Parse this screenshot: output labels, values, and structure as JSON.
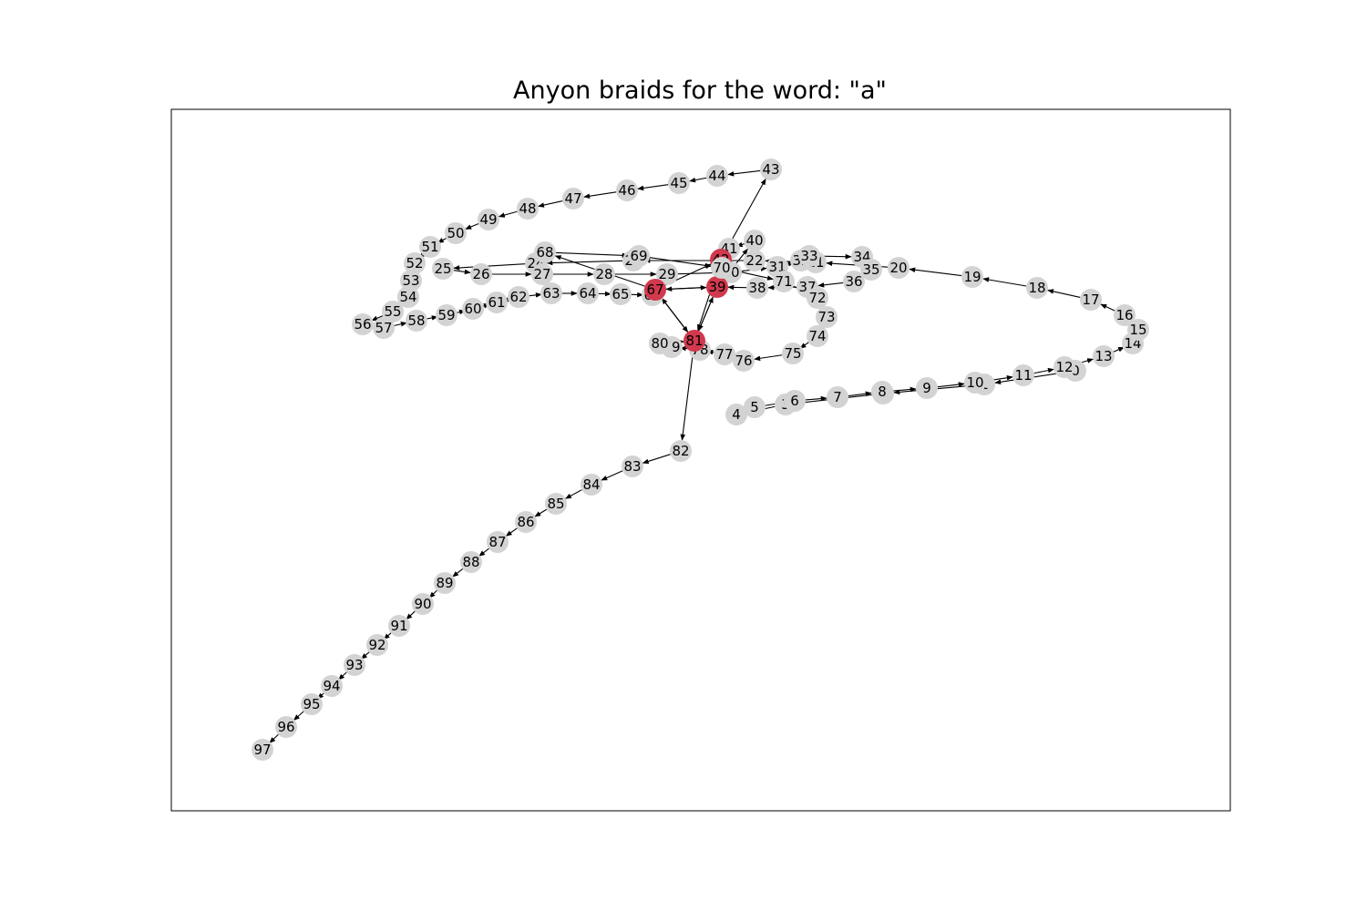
{
  "title": "Anyon braids for the word: \"a\"",
  "colors": {
    "node_default": "#d3d3d3",
    "node_highlight": "#d1394d",
    "edge": "#000000",
    "frame": "#000000",
    "label": "#000000"
  },
  "highlighted_nodes": [
    "39",
    "42",
    "67",
    "81"
  ],
  "nodes": [
    {
      "id": "0"
    },
    {
      "id": "1"
    },
    {
      "id": "2"
    },
    {
      "id": "3"
    },
    {
      "id": "4"
    },
    {
      "id": "5"
    },
    {
      "id": "6"
    },
    {
      "id": "7"
    },
    {
      "id": "8"
    },
    {
      "id": "9"
    },
    {
      "id": "10"
    },
    {
      "id": "11"
    },
    {
      "id": "12"
    },
    {
      "id": "13"
    },
    {
      "id": "14"
    },
    {
      "id": "15"
    },
    {
      "id": "16"
    },
    {
      "id": "17"
    },
    {
      "id": "18"
    },
    {
      "id": "19"
    },
    {
      "id": "20"
    },
    {
      "id": "21"
    },
    {
      "id": "22"
    },
    {
      "id": "23"
    },
    {
      "id": "24"
    },
    {
      "id": "25"
    },
    {
      "id": "26"
    },
    {
      "id": "27"
    },
    {
      "id": "28"
    },
    {
      "id": "29"
    },
    {
      "id": "30"
    },
    {
      "id": "31"
    },
    {
      "id": "32"
    },
    {
      "id": "33"
    },
    {
      "id": "34"
    },
    {
      "id": "35"
    },
    {
      "id": "36"
    },
    {
      "id": "37"
    },
    {
      "id": "38"
    },
    {
      "id": "39"
    },
    {
      "id": "40"
    },
    {
      "id": "41"
    },
    {
      "id": "42"
    },
    {
      "id": "43"
    },
    {
      "id": "44"
    },
    {
      "id": "45"
    },
    {
      "id": "46"
    },
    {
      "id": "47"
    },
    {
      "id": "48"
    },
    {
      "id": "49"
    },
    {
      "id": "50"
    },
    {
      "id": "51"
    },
    {
      "id": "52"
    },
    {
      "id": "53"
    },
    {
      "id": "54"
    },
    {
      "id": "55"
    },
    {
      "id": "56"
    },
    {
      "id": "57"
    },
    {
      "id": "58"
    },
    {
      "id": "59"
    },
    {
      "id": "60"
    },
    {
      "id": "61"
    },
    {
      "id": "62"
    },
    {
      "id": "63"
    },
    {
      "id": "64"
    },
    {
      "id": "65"
    },
    {
      "id": "66"
    },
    {
      "id": "67"
    },
    {
      "id": "68"
    },
    {
      "id": "69"
    },
    {
      "id": "70"
    },
    {
      "id": "71"
    },
    {
      "id": "72"
    },
    {
      "id": "73"
    },
    {
      "id": "74"
    },
    {
      "id": "75"
    },
    {
      "id": "76"
    },
    {
      "id": "77"
    },
    {
      "id": "78"
    },
    {
      "id": "79"
    },
    {
      "id": "80"
    },
    {
      "id": "81"
    },
    {
      "id": "82"
    },
    {
      "id": "83"
    },
    {
      "id": "84"
    },
    {
      "id": "85"
    },
    {
      "id": "86"
    },
    {
      "id": "87"
    },
    {
      "id": "88"
    },
    {
      "id": "89"
    },
    {
      "id": "90"
    },
    {
      "id": "91"
    },
    {
      "id": "92"
    },
    {
      "id": "93"
    },
    {
      "id": "94"
    },
    {
      "id": "95"
    },
    {
      "id": "96"
    },
    {
      "id": "97"
    }
  ],
  "edges": [
    [
      "0",
      "1"
    ],
    [
      "1",
      "2"
    ],
    [
      "2",
      "3"
    ],
    [
      "3",
      "4"
    ],
    [
      "4",
      "5"
    ],
    [
      "5",
      "6"
    ],
    [
      "6",
      "7"
    ],
    [
      "7",
      "8"
    ],
    [
      "8",
      "9"
    ],
    [
      "9",
      "10"
    ],
    [
      "10",
      "11"
    ],
    [
      "11",
      "12"
    ],
    [
      "12",
      "13"
    ],
    [
      "13",
      "14"
    ],
    [
      "14",
      "15"
    ],
    [
      "15",
      "16"
    ],
    [
      "16",
      "17"
    ],
    [
      "17",
      "18"
    ],
    [
      "18",
      "19"
    ],
    [
      "19",
      "20"
    ],
    [
      "20",
      "21"
    ],
    [
      "21",
      "22"
    ],
    [
      "22",
      "23"
    ],
    [
      "23",
      "24"
    ],
    [
      "24",
      "25"
    ],
    [
      "25",
      "26"
    ],
    [
      "26",
      "27"
    ],
    [
      "27",
      "28"
    ],
    [
      "28",
      "29"
    ],
    [
      "29",
      "30"
    ],
    [
      "30",
      "31"
    ],
    [
      "31",
      "32"
    ],
    [
      "32",
      "33"
    ],
    [
      "33",
      "34"
    ],
    [
      "34",
      "35"
    ],
    [
      "35",
      "36"
    ],
    [
      "36",
      "37"
    ],
    [
      "37",
      "38"
    ],
    [
      "38",
      "39"
    ],
    [
      "39",
      "40"
    ],
    [
      "40",
      "41"
    ],
    [
      "41",
      "42"
    ],
    [
      "42",
      "43"
    ],
    [
      "43",
      "44"
    ],
    [
      "44",
      "45"
    ],
    [
      "45",
      "46"
    ],
    [
      "46",
      "47"
    ],
    [
      "47",
      "48"
    ],
    [
      "48",
      "49"
    ],
    [
      "49",
      "50"
    ],
    [
      "50",
      "51"
    ],
    [
      "51",
      "52"
    ],
    [
      "52",
      "53"
    ],
    [
      "53",
      "54"
    ],
    [
      "54",
      "55"
    ],
    [
      "55",
      "56"
    ],
    [
      "56",
      "57"
    ],
    [
      "57",
      "58"
    ],
    [
      "58",
      "59"
    ],
    [
      "59",
      "60"
    ],
    [
      "60",
      "61"
    ],
    [
      "61",
      "62"
    ],
    [
      "62",
      "63"
    ],
    [
      "63",
      "64"
    ],
    [
      "64",
      "65"
    ],
    [
      "65",
      "66"
    ],
    [
      "66",
      "67"
    ],
    [
      "67",
      "68"
    ],
    [
      "68",
      "69"
    ],
    [
      "69",
      "70"
    ],
    [
      "70",
      "71"
    ],
    [
      "71",
      "72"
    ],
    [
      "72",
      "73"
    ],
    [
      "73",
      "74"
    ],
    [
      "74",
      "75"
    ],
    [
      "75",
      "76"
    ],
    [
      "76",
      "77"
    ],
    [
      "77",
      "78"
    ],
    [
      "78",
      "79"
    ],
    [
      "79",
      "80"
    ],
    [
      "80",
      "81"
    ],
    [
      "81",
      "82"
    ],
    [
      "82",
      "83"
    ],
    [
      "83",
      "84"
    ],
    [
      "84",
      "85"
    ],
    [
      "85",
      "86"
    ],
    [
      "86",
      "87"
    ],
    [
      "87",
      "88"
    ],
    [
      "88",
      "89"
    ],
    [
      "89",
      "90"
    ],
    [
      "90",
      "91"
    ],
    [
      "91",
      "92"
    ],
    [
      "92",
      "93"
    ],
    [
      "93",
      "94"
    ],
    [
      "94",
      "95"
    ],
    [
      "95",
      "96"
    ],
    [
      "96",
      "97"
    ],
    [
      "67",
      "39"
    ],
    [
      "39",
      "67"
    ],
    [
      "67",
      "81"
    ],
    [
      "81",
      "67"
    ],
    [
      "39",
      "81"
    ],
    [
      "81",
      "39"
    ],
    [
      "67",
      "42"
    ],
    [
      "42",
      "81"
    ]
  ]
}
